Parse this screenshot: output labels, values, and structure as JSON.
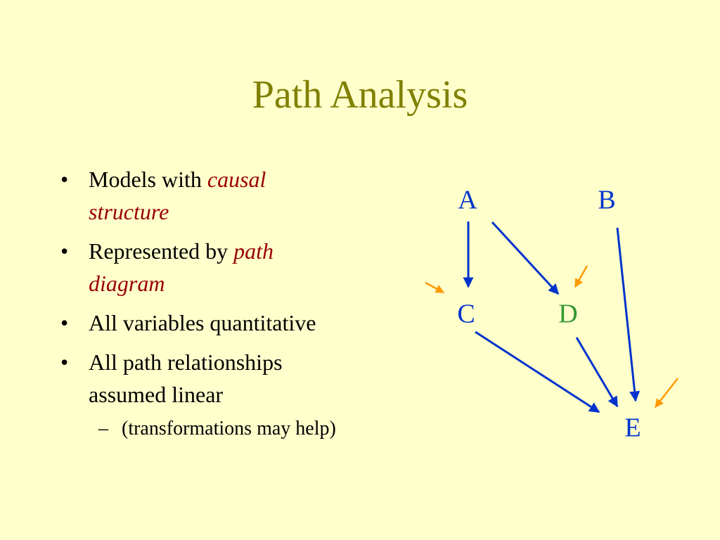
{
  "colors": {
    "background": "#FFFFCC",
    "title": "#808000",
    "emphasis": "#990000",
    "node_default": "#0033CC",
    "node_highlight": "#339933",
    "edge": "#0033CC",
    "error_arrow": "#FF9900"
  },
  "title": "Path Analysis",
  "bullets": [
    {
      "marker": "•",
      "text": "Models with ",
      "emphasis": "causal structure"
    },
    {
      "marker": "•",
      "text": "Represented by ",
      "emphasis": "path diagram"
    },
    {
      "marker": "•",
      "text": "All variables quantitative",
      "emphasis": ""
    },
    {
      "marker": "•",
      "text": "All path relationships assumed linear",
      "emphasis": ""
    }
  ],
  "sub_bullet": {
    "marker": "–",
    "text": "(transformations may help)"
  },
  "diagram": {
    "nodes": [
      {
        "id": "A",
        "label": "A",
        "color": "#0033CC"
      },
      {
        "id": "B",
        "label": "B",
        "color": "#0033CC"
      },
      {
        "id": "C",
        "label": "C",
        "color": "#0033CC"
      },
      {
        "id": "D",
        "label": "D",
        "color": "#339933"
      },
      {
        "id": "E",
        "label": "E",
        "color": "#0033CC"
      }
    ],
    "edges": [
      {
        "from": "A",
        "to": "C"
      },
      {
        "from": "A",
        "to": "D"
      },
      {
        "from": "C",
        "to": "E"
      },
      {
        "from": "D",
        "to": "E"
      },
      {
        "from": "B",
        "to": "E"
      }
    ],
    "error_terms": [
      "C",
      "D",
      "E"
    ]
  }
}
